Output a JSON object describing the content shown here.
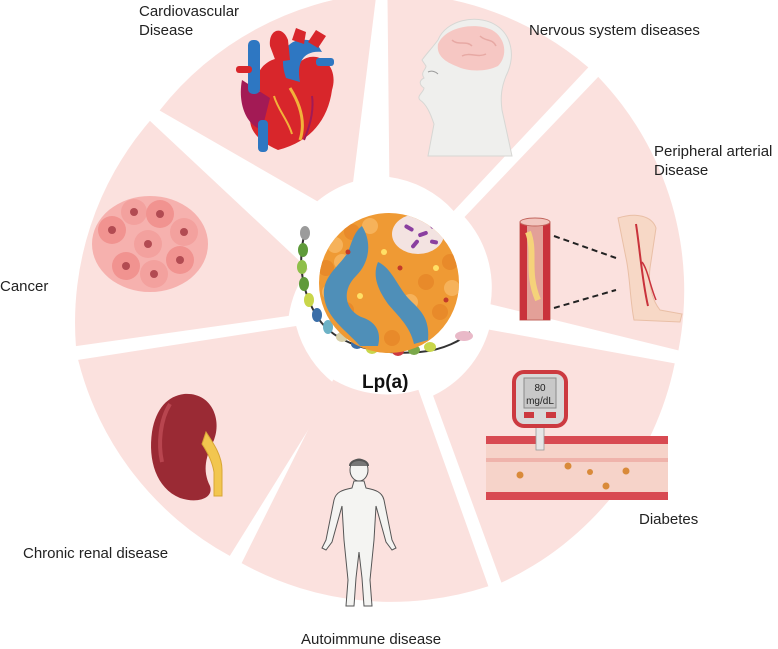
{
  "center": {
    "label": "Lp(a)"
  },
  "diseases": [
    {
      "id": "cardiovascular",
      "label": "Cardiovascular\nDisease"
    },
    {
      "id": "nervous",
      "label": "Nervous system diseases"
    },
    {
      "id": "peripheral",
      "label": "Peripheral arterial\nDisease"
    },
    {
      "id": "diabetes",
      "label": "Diabetes"
    },
    {
      "id": "autoimmune",
      "label": "Autoimmune disease"
    },
    {
      "id": "renal",
      "label": "Chronic renal disease"
    },
    {
      "id": "cancer",
      "label": "Cancer"
    }
  ],
  "glucometer": {
    "reading": "80",
    "unit": "mg/dL"
  },
  "colors": {
    "segment": "#fbe1de",
    "particle": "#ef9a34",
    "lipid_blue": "#4f8fb8",
    "heart_red": "#d8262b",
    "vessel_blue": "#2e77c2",
    "kidney": "#9a2a34",
    "artery_red": "#c9323b"
  },
  "icons": [
    "heart-icon",
    "head-brain-icon",
    "artery-leg-icon",
    "glucometer-icon",
    "human-body-icon",
    "kidney-icon",
    "tumor-cells-icon",
    "lpa-particle-icon"
  ]
}
